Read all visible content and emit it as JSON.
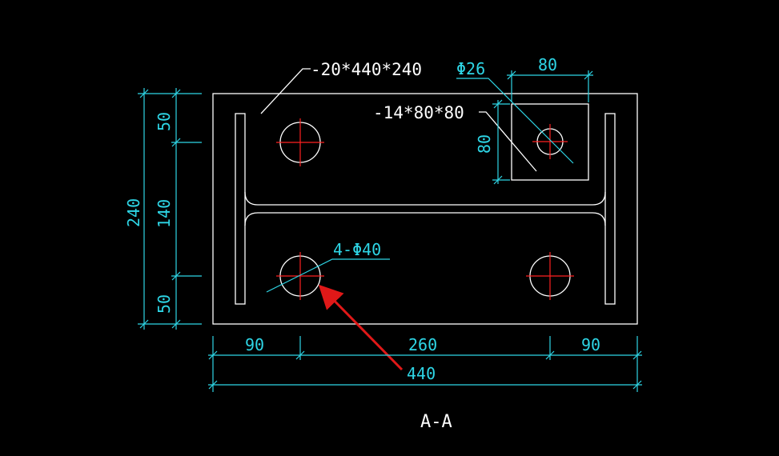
{
  "drawing": {
    "view_title": "A-A",
    "plate_label": "-20*440*240",
    "small_plate_label": "-14*80*80",
    "small_hole_label": "Φ26",
    "bolt_holes_label": "4-Φ40",
    "dims": {
      "top_80": "80",
      "side_80": "80",
      "left_240": "240",
      "left_50_top": "50",
      "left_140": "140",
      "left_50_bottom": "50",
      "bottom_90_left": "90",
      "bottom_260": "260",
      "bottom_90_right": "90",
      "bottom_440": "440"
    },
    "colors": {
      "background": "#000000",
      "outline": "#ffffff",
      "dimension": "#2ed6e6",
      "centerline": "#ff2020",
      "arrow": "#e01818"
    }
  }
}
